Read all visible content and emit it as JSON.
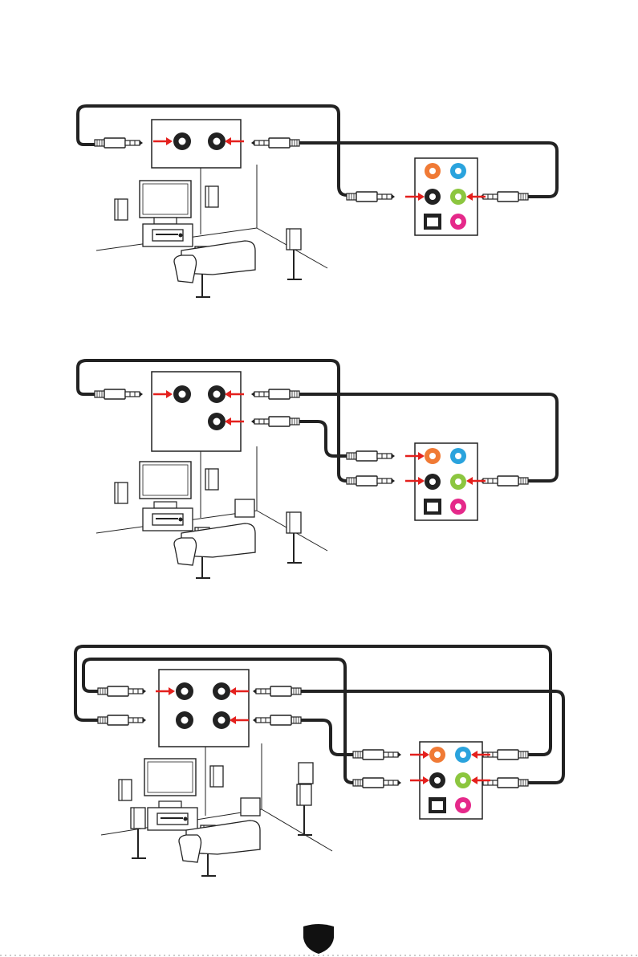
{
  "diagrams": [
    {
      "id": "setup-top",
      "description_label": ""
    },
    {
      "id": "setup-middle",
      "description_label": ""
    },
    {
      "id": "setup-bottom",
      "description_label": ""
    }
  ],
  "jack_colors": {
    "orange": "#f07a35",
    "blue": "#2aa3dd",
    "black": "#222222",
    "green": "#8cc63f",
    "pink": "#e5298a",
    "arrow": "#e4201d"
  },
  "icons": [
    "speaker-icon",
    "tv-icon",
    "receiver-icon",
    "sofa-icon",
    "optical-port-icon",
    "shield-icon"
  ]
}
